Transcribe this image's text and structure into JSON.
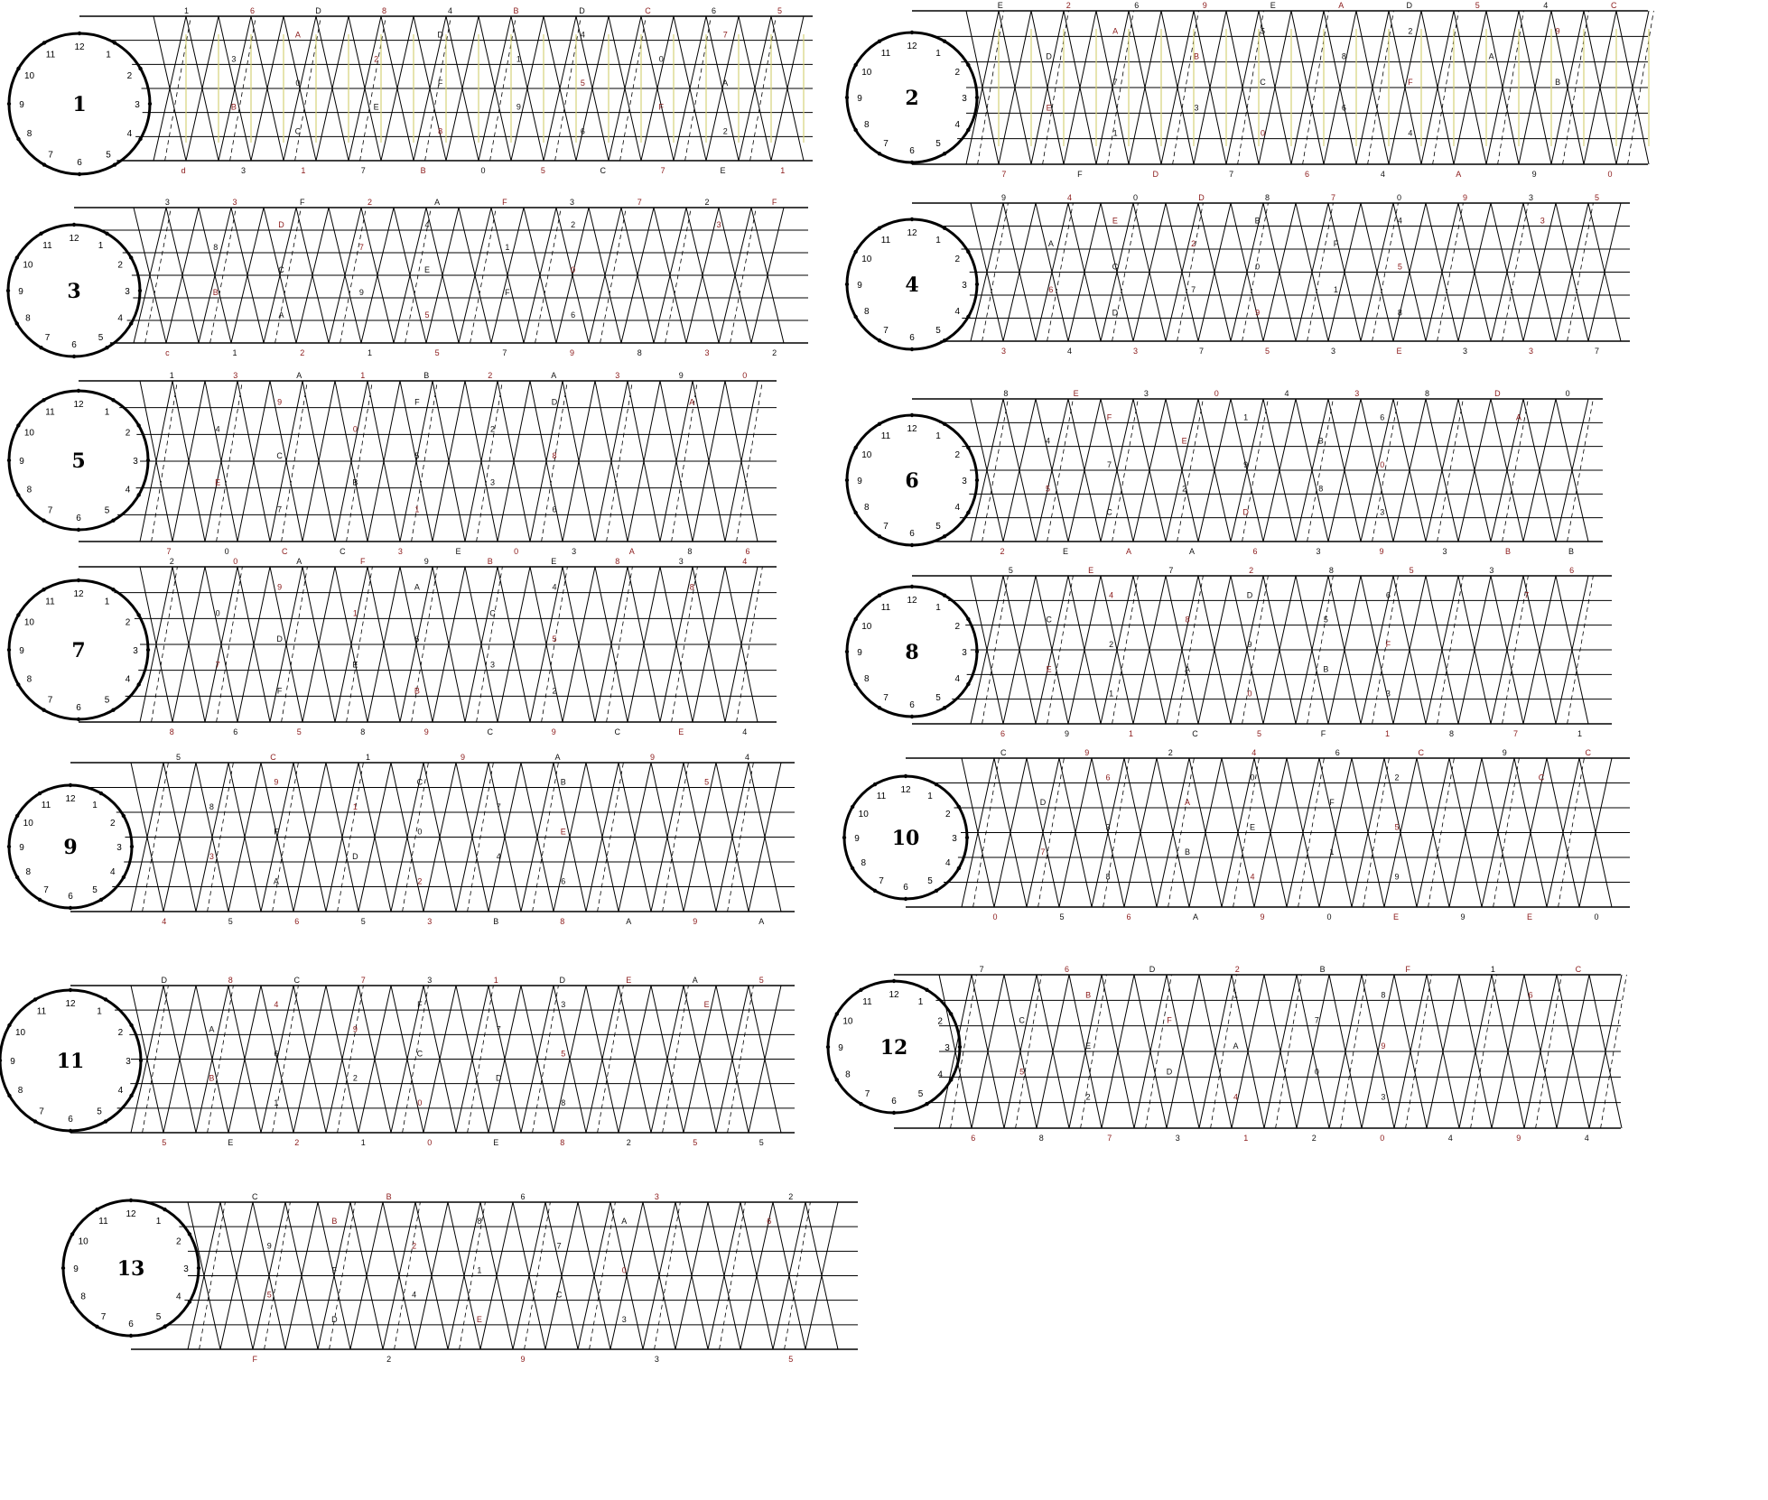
{
  "colors": {
    "ink": "#000000",
    "label_dark": "#111111",
    "label_red": "#8b1a1a",
    "yellow_guides": "#d6d27a"
  },
  "clock_labels": [
    "1",
    "2",
    "3",
    "4",
    "5",
    "6",
    "7",
    "8",
    "9",
    "10",
    "11",
    "12"
  ],
  "panels": [
    {
      "number": "1",
      "top_labels": [
        "1",
        "6",
        "D",
        "8",
        "4",
        "B",
        "D",
        "C",
        "6",
        "5"
      ],
      "bottom_labels": [
        "d",
        "3",
        "1",
        "7",
        "B",
        "0",
        "5",
        "C",
        "7",
        "E",
        "1"
      ],
      "inner_labels": [
        "A",
        "3",
        "0",
        "B",
        "C",
        "D",
        "2",
        "F",
        "E",
        "8",
        "4",
        "1",
        "5",
        "9",
        "6",
        "7",
        "0",
        "A",
        "F",
        "2"
      ],
      "yellow_guides": true
    },
    {
      "number": "2",
      "top_labels": [
        "E",
        "2",
        "6",
        "9",
        "E",
        "A",
        "D",
        "5",
        "4",
        "C"
      ],
      "bottom_labels": [
        "7",
        "F",
        "D",
        "7",
        "6",
        "4",
        "A",
        "9",
        "0"
      ],
      "inner_labels": [
        "A",
        "D",
        "7",
        "E",
        "1",
        "5",
        "B",
        "C",
        "3",
        "0",
        "2",
        "8",
        "F",
        "6",
        "4",
        "9",
        "A",
        "B"
      ],
      "yellow_guides": true
    },
    {
      "number": "3",
      "top_labels": [
        "3",
        "3",
        "F",
        "2",
        "A",
        "F",
        "3",
        "7",
        "2",
        "F"
      ],
      "bottom_labels": [
        "c",
        "1",
        "2",
        "1",
        "5",
        "7",
        "9",
        "8",
        "3",
        "2"
      ],
      "inner_labels": [
        "D",
        "8",
        "C",
        "B",
        "A",
        "4",
        "7",
        "E",
        "9",
        "5",
        "2",
        "1",
        "0",
        "F",
        "6",
        "3"
      ],
      "yellow_guides": false
    },
    {
      "number": "4",
      "top_labels": [
        "9",
        "4",
        "0",
        "D",
        "8",
        "7",
        "0",
        "9",
        "3",
        "5"
      ],
      "bottom_labels": [
        "3",
        "4",
        "3",
        "7",
        "5",
        "3",
        "E",
        "3",
        "3",
        "7"
      ],
      "inner_labels": [
        "E",
        "A",
        "C",
        "6",
        "D",
        "B",
        "2",
        "0",
        "7",
        "9",
        "4",
        "F",
        "5",
        "1",
        "8",
        "3"
      ],
      "yellow_guides": false
    },
    {
      "number": "5",
      "top_labels": [
        "1",
        "3",
        "A",
        "1",
        "B",
        "2",
        "A",
        "3",
        "9",
        "0"
      ],
      "bottom_labels": [
        "7",
        "0",
        "C",
        "C",
        "3",
        "E",
        "0",
        "3",
        "A",
        "8",
        "6"
      ],
      "inner_labels": [
        "9",
        "4",
        "C",
        "E",
        "7",
        "F",
        "0",
        "5",
        "B",
        "1",
        "D",
        "2",
        "8",
        "3",
        "6",
        "A"
      ],
      "yellow_guides": false
    },
    {
      "number": "6",
      "top_labels": [
        "8",
        "E",
        "3",
        "0",
        "4",
        "3",
        "8",
        "D",
        "0"
      ],
      "bottom_labels": [
        "2",
        "E",
        "A",
        "A",
        "6",
        "3",
        "9",
        "3",
        "B",
        "B"
      ],
      "inner_labels": [
        "F",
        "4",
        "7",
        "5",
        "C",
        "1",
        "E",
        "9",
        "2",
        "D",
        "6",
        "B",
        "0",
        "8",
        "3",
        "A"
      ],
      "yellow_guides": false
    },
    {
      "number": "7",
      "top_labels": [
        "2",
        "0",
        "A",
        "F",
        "9",
        "B",
        "E",
        "8",
        "3",
        "4"
      ],
      "bottom_labels": [
        "8",
        "6",
        "5",
        "8",
        "9",
        "C",
        "9",
        "C",
        "E",
        "4"
      ],
      "inner_labels": [
        "9",
        "0",
        "D",
        "7",
        "F",
        "A",
        "1",
        "6",
        "E",
        "B",
        "4",
        "C",
        "5",
        "3",
        "2",
        "8"
      ],
      "yellow_guides": false
    },
    {
      "number": "8",
      "top_labels": [
        "5",
        "E",
        "7",
        "2",
        "8",
        "5",
        "3",
        "6"
      ],
      "bottom_labels": [
        "6",
        "9",
        "1",
        "C",
        "5",
        "F",
        "1",
        "8",
        "7",
        "1"
      ],
      "inner_labels": [
        "4",
        "C",
        "2",
        "E",
        "1",
        "D",
        "8",
        "9",
        "A",
        "0",
        "6",
        "5",
        "F",
        "B",
        "3",
        "7"
      ],
      "yellow_guides": false
    },
    {
      "number": "9",
      "top_labels": [
        "5",
        "C",
        "1",
        "9",
        "A",
        "9",
        "4"
      ],
      "bottom_labels": [
        "4",
        "5",
        "6",
        "5",
        "3",
        "B",
        "8",
        "A",
        "9",
        "A"
      ],
      "inner_labels": [
        "9",
        "8",
        "F",
        "3",
        "A",
        "C",
        "1",
        "0",
        "D",
        "2",
        "B",
        "7",
        "E",
        "4",
        "6",
        "5"
      ],
      "yellow_guides": false
    },
    {
      "number": "10",
      "top_labels": [
        "C",
        "9",
        "2",
        "4",
        "6",
        "C",
        "9",
        "C"
      ],
      "bottom_labels": [
        "0",
        "5",
        "6",
        "A",
        "9",
        "0",
        "E",
        "9",
        "E",
        "0"
      ],
      "inner_labels": [
        "6",
        "D",
        "3",
        "7",
        "8",
        "0",
        "A",
        "E",
        "B",
        "4",
        "2",
        "F",
        "5",
        "1",
        "9",
        "C"
      ],
      "yellow_guides": false
    },
    {
      "number": "11",
      "top_labels": [
        "D",
        "8",
        "C",
        "7",
        "3",
        "1",
        "D",
        "E",
        "A",
        "5"
      ],
      "bottom_labels": [
        "5",
        "E",
        "2",
        "1",
        "0",
        "E",
        "8",
        "2",
        "5",
        "5"
      ],
      "inner_labels": [
        "4",
        "A",
        "6",
        "B",
        "1",
        "F",
        "9",
        "C",
        "2",
        "0",
        "3",
        "7",
        "5",
        "D",
        "8",
        "E"
      ],
      "yellow_guides": false
    },
    {
      "number": "12",
      "top_labels": [
        "7",
        "6",
        "D",
        "2",
        "B",
        "F",
        "1",
        "C"
      ],
      "bottom_labels": [
        "6",
        "8",
        "7",
        "3",
        "1",
        "2",
        "0",
        "4",
        "9",
        "4"
      ],
      "inner_labels": [
        "B",
        "C",
        "E",
        "5",
        "2",
        "1",
        "F",
        "A",
        "D",
        "4",
        "8",
        "7",
        "9",
        "0",
        "3",
        "6"
      ],
      "yellow_guides": false
    },
    {
      "number": "13",
      "top_labels": [
        "C",
        "B",
        "6",
        "3",
        "2"
      ],
      "bottom_labels": [
        "F",
        "2",
        "9",
        "3",
        "5"
      ],
      "inner_labels": [
        "B",
        "9",
        "F",
        "5",
        "D",
        "8",
        "2",
        "1",
        "4",
        "E",
        "A",
        "7",
        "0",
        "C",
        "3",
        "6"
      ],
      "yellow_guides": false
    }
  ]
}
